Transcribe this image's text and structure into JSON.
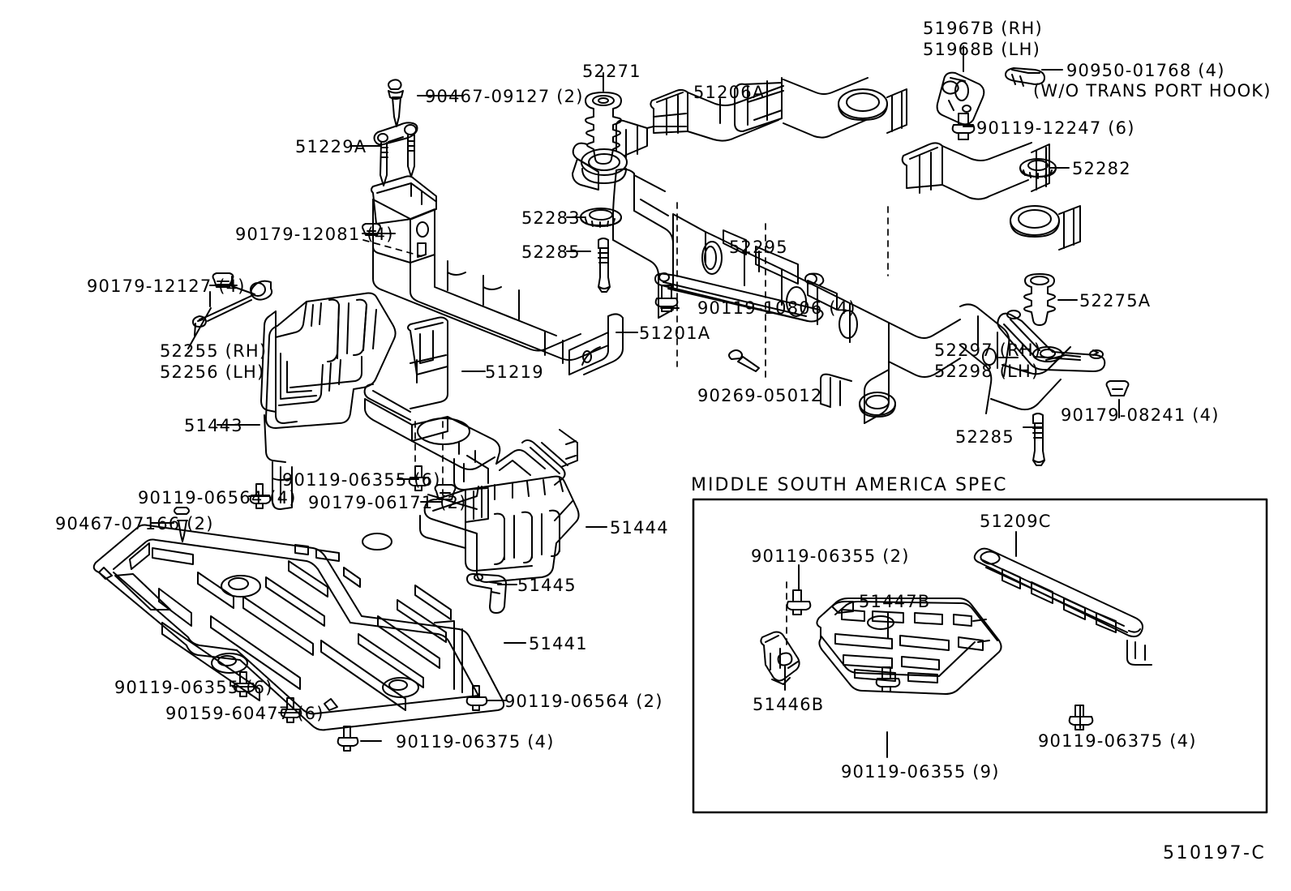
{
  "diagram": {
    "title": "Toyota Front Suspension Crossmember Parts Diagram",
    "footer_code": "510197-C",
    "spec_box_title": "MIDDLE SOUTH AMERICA SPEC",
    "line_color": "#000000",
    "background_color": "#ffffff"
  },
  "labels": {
    "bolt_90467_09127": "90467-09127 (2)",
    "part_51229A": "51229A",
    "bolt_90179_12081": "90179-12081 (4)",
    "bolt_90179_12127": "90179-12127 (4)",
    "part_52255_rh": "52255 (RH)",
    "part_52256_lh": "52256 (LH)",
    "part_51443": "51443",
    "bolt_90119_06564_4": "90119-06564 (4)",
    "bolt_90467_07166": "90467-07166 (2)",
    "bolt_90119_06355_6a": "90119-06355 (6)",
    "bolt_90179_06171": "90179-06171 (2)",
    "bolt_90119_06355_6b": "90119-06355 (6)",
    "bolt_90159_60477": "90159-60477 (6)",
    "bolt_90119_06375_4a": "90119-06375 (4)",
    "bolt_90119_06564_2": "90119-06564 (2)",
    "part_51441": "51441",
    "part_51445": "51445",
    "part_51444": "51444",
    "part_51219": "51219",
    "part_51201A": "51201A",
    "part_52271": "52271",
    "part_52283": "52283",
    "part_52285_left": "52285",
    "part_51206A": "51206A",
    "part_52295": "52295",
    "bolt_90119_10806": "90119-10806 (4)",
    "bolt_90269_05012": "90269-05012",
    "part_51967B_rh": "51967B (RH)",
    "part_51968B_lh": "51968B (LH)",
    "bolt_90950_01768": "90950-01768 (4)",
    "note_wo_transport_hook": "(W/O TRANS PORT HOOK)",
    "bolt_90119_12247": "90119-12247 (6)",
    "part_52282": "52282",
    "part_52275A": "52275A",
    "part_52297_rh": "52297 (RH)",
    "part_52298_lh": "52298 (LH)",
    "bolt_90179_08241": "90179-08241 (4)",
    "part_52285_right": "52285",
    "spec_bolt_90119_06355_2": "90119-06355 (2)",
    "spec_part_51447B": "51447B",
    "spec_part_51446B": "51446B",
    "spec_part_51209C": "51209C",
    "spec_bolt_90119_06355_9": "90119-06355 (9)",
    "spec_bolt_90119_06375_4": "90119-06375 (4)"
  }
}
